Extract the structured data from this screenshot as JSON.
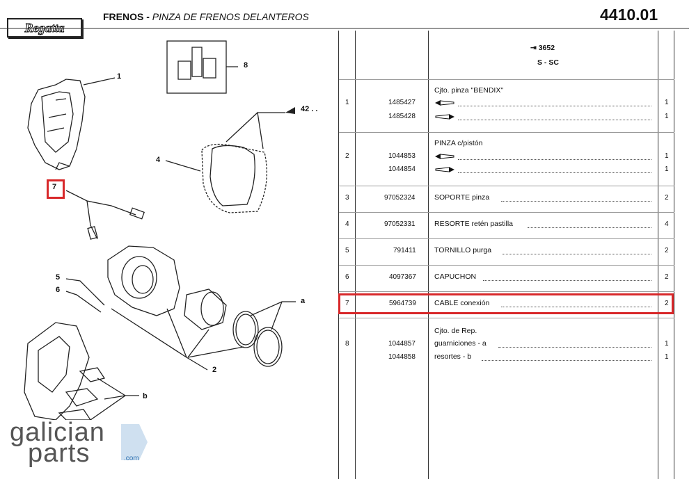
{
  "header": {
    "brand": "Regatta",
    "title_main": "FRENOS - ",
    "title_sub": "PINZA DE FRENOS DELANTEROS",
    "ref": "4410.01"
  },
  "applicability": {
    "line1": "⇥ 3652",
    "line2": "S - SC"
  },
  "rows": [
    {
      "group_label": "Cjto. pinza \"BENDIX\"",
      "pos": "1",
      "lines": [
        {
          "code": "1485427",
          "desc": "",
          "qty": "1"
        },
        {
          "code": "1485428",
          "desc": "",
          "qty": "1"
        }
      ]
    },
    {
      "group_label": "PINZA c/pistón",
      "pos": "2",
      "lines": [
        {
          "code": "1044853",
          "desc": "",
          "qty": "1"
        },
        {
          "code": "1044854",
          "desc": "",
          "qty": "1"
        }
      ]
    },
    {
      "group_label": "",
      "pos": "3",
      "lines": [
        {
          "code": "97052324",
          "desc": "SOPORTE pinza",
          "qty": "2"
        }
      ]
    },
    {
      "group_label": "",
      "pos": "4",
      "lines": [
        {
          "code": "97052331",
          "desc": "RESORTE retén pastilla",
          "qty": "4"
        }
      ]
    },
    {
      "group_label": "",
      "pos": "5",
      "lines": [
        {
          "code": "791411",
          "desc": "TORNILLO purga",
          "qty": "2"
        }
      ]
    },
    {
      "group_label": "",
      "pos": "6",
      "lines": [
        {
          "code": "4097367",
          "desc": "CAPUCHON",
          "qty": "2"
        }
      ]
    },
    {
      "group_label": "",
      "pos": "7",
      "lines": [
        {
          "code": "5964739",
          "desc": "CABLE conexión",
          "qty": "2"
        }
      ]
    },
    {
      "group_label": "Cjto. de Rep.",
      "pos": "8",
      "lines": [
        {
          "code": "1044857",
          "desc": "guarniciones - a",
          "qty": "1"
        },
        {
          "code": "1044858",
          "desc": "resortes - b",
          "qty": "1"
        }
      ]
    }
  ],
  "callouts": {
    "c1": "1",
    "c2": "2",
    "c4": "4",
    "c5": "5",
    "c6": "6",
    "c7": "7",
    "c8": "8",
    "ca": "a",
    "cb": "b",
    "c42": "42 . ."
  },
  "watermark": {
    "line1": "galician",
    "line2": "parts",
    "suffix": ".com"
  },
  "colors": {
    "highlight": "#d8282a"
  }
}
